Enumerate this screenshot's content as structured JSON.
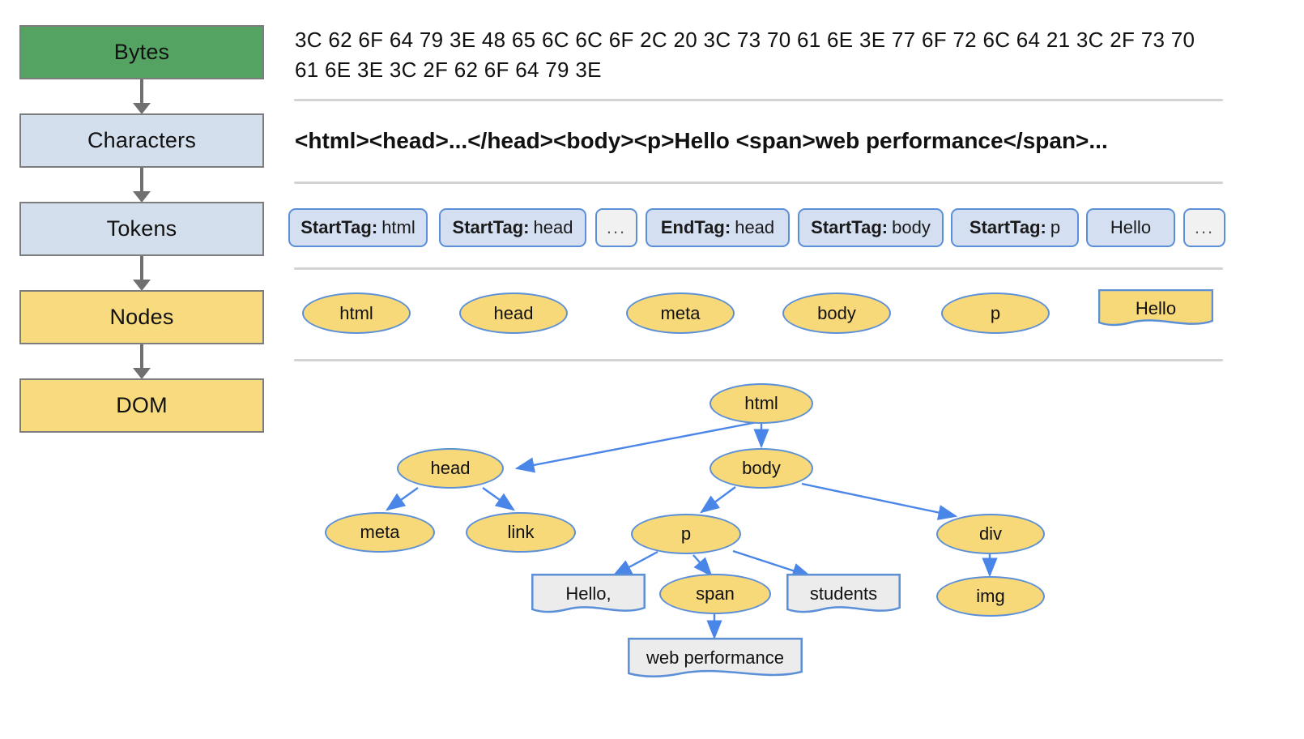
{
  "pipeline": {
    "stages": [
      {
        "label": "Bytes",
        "color": "#55a362"
      },
      {
        "label": "Characters",
        "color": "#d4dfee"
      },
      {
        "label": "Tokens",
        "color": "#d4dfee"
      },
      {
        "label": "Nodes",
        "color": "#f8db7f"
      },
      {
        "label": "DOM",
        "color": "#f8db7f"
      }
    ]
  },
  "bytes_row": {
    "hex": "3C 62 6F 64 79 3E 48 65 6C 6C 6F 2C 20 3C 73 70 61 6E 3E 77 6F 72 6C 64 21 3C 2F 73 70 61 6E 3E 3C 2F 62 6F 64 79 3E"
  },
  "characters_row": {
    "text": "<html><head>...</head><body><p>Hello <span>web performance</span>..."
  },
  "tokens_row": {
    "tokens": [
      {
        "kind": "StartTag:",
        "value": "html",
        "style": "normal"
      },
      {
        "kind": "StartTag:",
        "value": "head",
        "style": "normal"
      },
      {
        "kind": "",
        "value": "...",
        "style": "ellipsis"
      },
      {
        "kind": "EndTag:",
        "value": "head",
        "style": "normal"
      },
      {
        "kind": "StartTag:",
        "value": "body",
        "style": "normal"
      },
      {
        "kind": "StartTag:",
        "value": "p",
        "style": "normal"
      },
      {
        "kind": "",
        "value": "Hello",
        "style": "normal"
      },
      {
        "kind": "",
        "value": "...",
        "style": "ellipsis"
      }
    ]
  },
  "nodes_row": {
    "nodes": [
      {
        "label": "html",
        "shape": "ellipse"
      },
      {
        "label": "head",
        "shape": "ellipse"
      },
      {
        "label": "meta",
        "shape": "ellipse"
      },
      {
        "label": "body",
        "shape": "ellipse"
      },
      {
        "label": "p",
        "shape": "ellipse"
      },
      {
        "label": "Hello",
        "shape": "document"
      }
    ]
  },
  "dom_tree": {
    "nodes": [
      {
        "id": "html",
        "label": "html",
        "shape": "ellipse"
      },
      {
        "id": "head",
        "label": "head",
        "shape": "ellipse"
      },
      {
        "id": "body",
        "label": "body",
        "shape": "ellipse"
      },
      {
        "id": "meta",
        "label": "meta",
        "shape": "ellipse"
      },
      {
        "id": "link",
        "label": "link",
        "shape": "ellipse"
      },
      {
        "id": "p",
        "label": "p",
        "shape": "ellipse"
      },
      {
        "id": "div",
        "label": "div",
        "shape": "ellipse"
      },
      {
        "id": "hello",
        "label": "Hello,",
        "shape": "document"
      },
      {
        "id": "span",
        "label": "span",
        "shape": "ellipse"
      },
      {
        "id": "stud",
        "label": "students",
        "shape": "document"
      },
      {
        "id": "img",
        "label": "img",
        "shape": "ellipse"
      },
      {
        "id": "webp",
        "label": "web performance",
        "shape": "document"
      }
    ],
    "edges": [
      {
        "from": "html",
        "to": "head"
      },
      {
        "from": "html",
        "to": "body"
      },
      {
        "from": "head",
        "to": "meta"
      },
      {
        "from": "head",
        "to": "link"
      },
      {
        "from": "body",
        "to": "p"
      },
      {
        "from": "body",
        "to": "div"
      },
      {
        "from": "p",
        "to": "hello"
      },
      {
        "from": "p",
        "to": "span"
      },
      {
        "from": "p",
        "to": "stud"
      },
      {
        "from": "div",
        "to": "img"
      },
      {
        "from": "span",
        "to": "webp"
      }
    ]
  },
  "colors": {
    "green": "#55a362",
    "blue_box": "#d4dfee",
    "yellow_box": "#f8db7f",
    "node_fill": "#f8d97a",
    "node_stroke": "#5b8fd8",
    "text_node_fill": "#ececec",
    "arrow_blue": "#4a86e8",
    "arrow_gray": "#707070",
    "separator": "#d3d3d3"
  }
}
